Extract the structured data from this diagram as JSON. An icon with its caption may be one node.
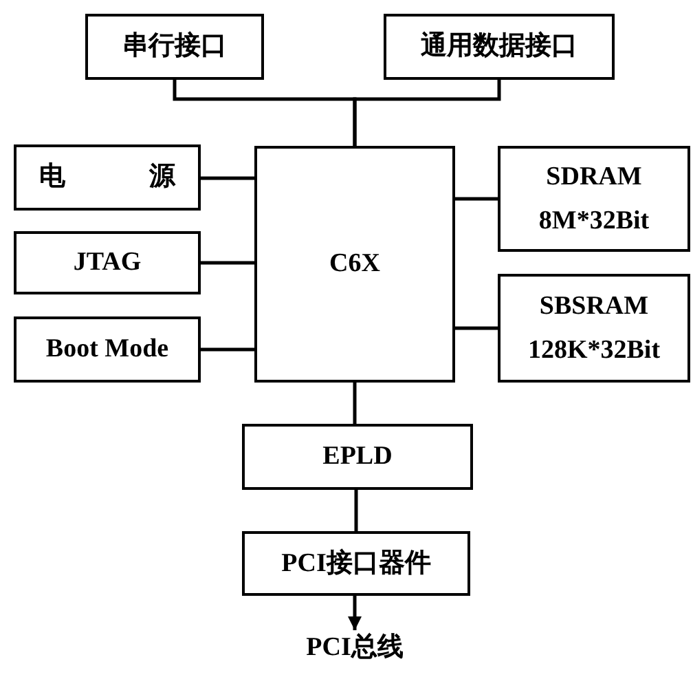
{
  "diagram": {
    "nodes": [
      {
        "text": [
          "串行接口"
        ]
      },
      {
        "text": [
          "通用数据接口"
        ]
      },
      {
        "text": [
          "电 源"
        ]
      },
      {
        "text": [
          "C6X"
        ]
      },
      {
        "text": [
          "SDRAM 8M*32Bit"
        ]
      },
      {
        "text": [
          "JTAG"
        ]
      },
      {
        "text": [
          "SBSRAM 128K*32Bit"
        ]
      },
      {
        "text": [
          "Boot Mode"
        ]
      },
      {
        "text": [
          "EPLD"
        ]
      },
      {
        "text": [
          "PCI接口器件"
        ]
      },
      {
        "text": [
          "PCI总线"
        ]
      }
    ],
    "edges": [
      {
        "from": 0,
        "to": 3,
        "arrow": "none"
      },
      {
        "from": 1,
        "to": 3,
        "arrow": "none"
      },
      {
        "from": 2,
        "to": 3,
        "arrow": "none"
      },
      {
        "from": 3,
        "to": 4,
        "arrow": "none"
      },
      {
        "from": 5,
        "to": 3,
        "arrow": "none"
      },
      {
        "from": 3,
        "to": 6,
        "arrow": "none"
      },
      {
        "from": 7,
        "to": 3,
        "arrow": "none"
      },
      {
        "from": 3,
        "to": 8,
        "arrow": "none"
      },
      {
        "from": 8,
        "to": 9,
        "arrow": "none"
      },
      {
        "from": 9,
        "to": 10,
        "arrow": "to"
      }
    ]
  }
}
